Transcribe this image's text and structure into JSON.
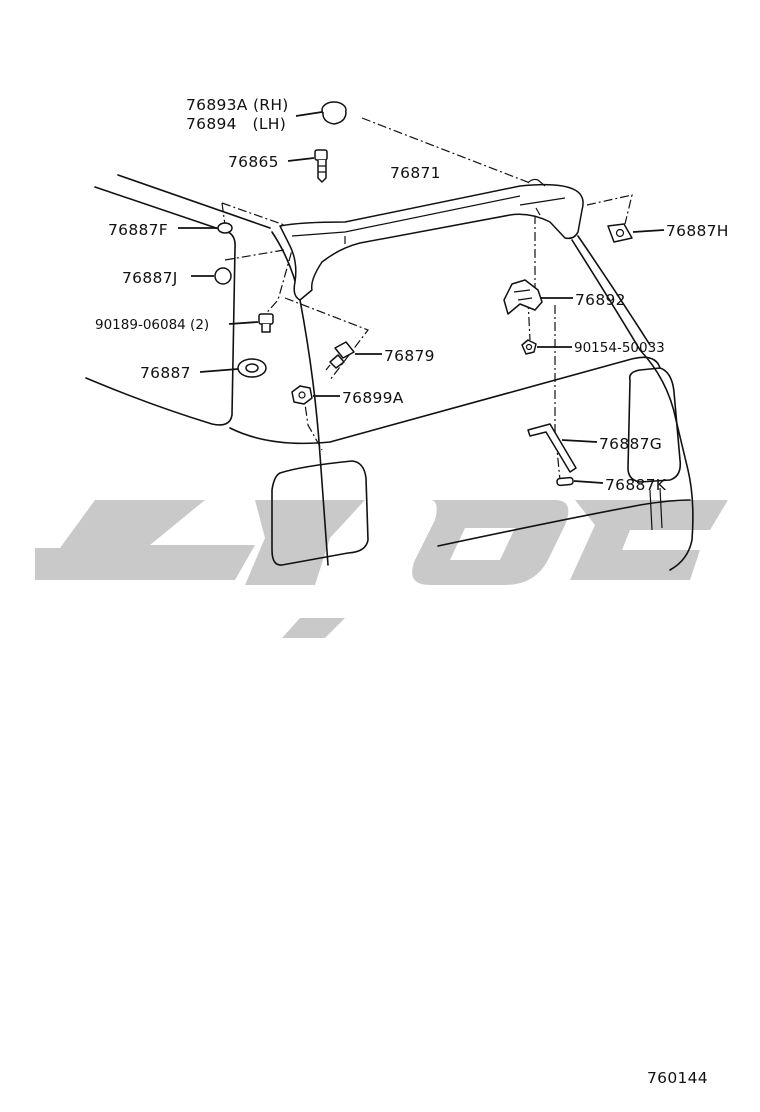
{
  "labels": {
    "p76893a": "76893A (RH)",
    "p76894": "76894   (LH)",
    "p76865": "76865",
    "p76871": "76871",
    "p76887f": "76887F",
    "p76887h": "76887H",
    "p76887j": "76887J",
    "p90189": "90189-06084 (2)",
    "p76892": "76892",
    "p76879": "76879",
    "p90154": "90154-50033",
    "p76887": "76887",
    "p76899a": "76899A",
    "p76887g": "76887G",
    "p76887k": "76887K"
  },
  "diagram_number": "760144",
  "colors": {
    "line": "#111111",
    "watermark": "#c9c9c9",
    "background": "#ffffff"
  }
}
